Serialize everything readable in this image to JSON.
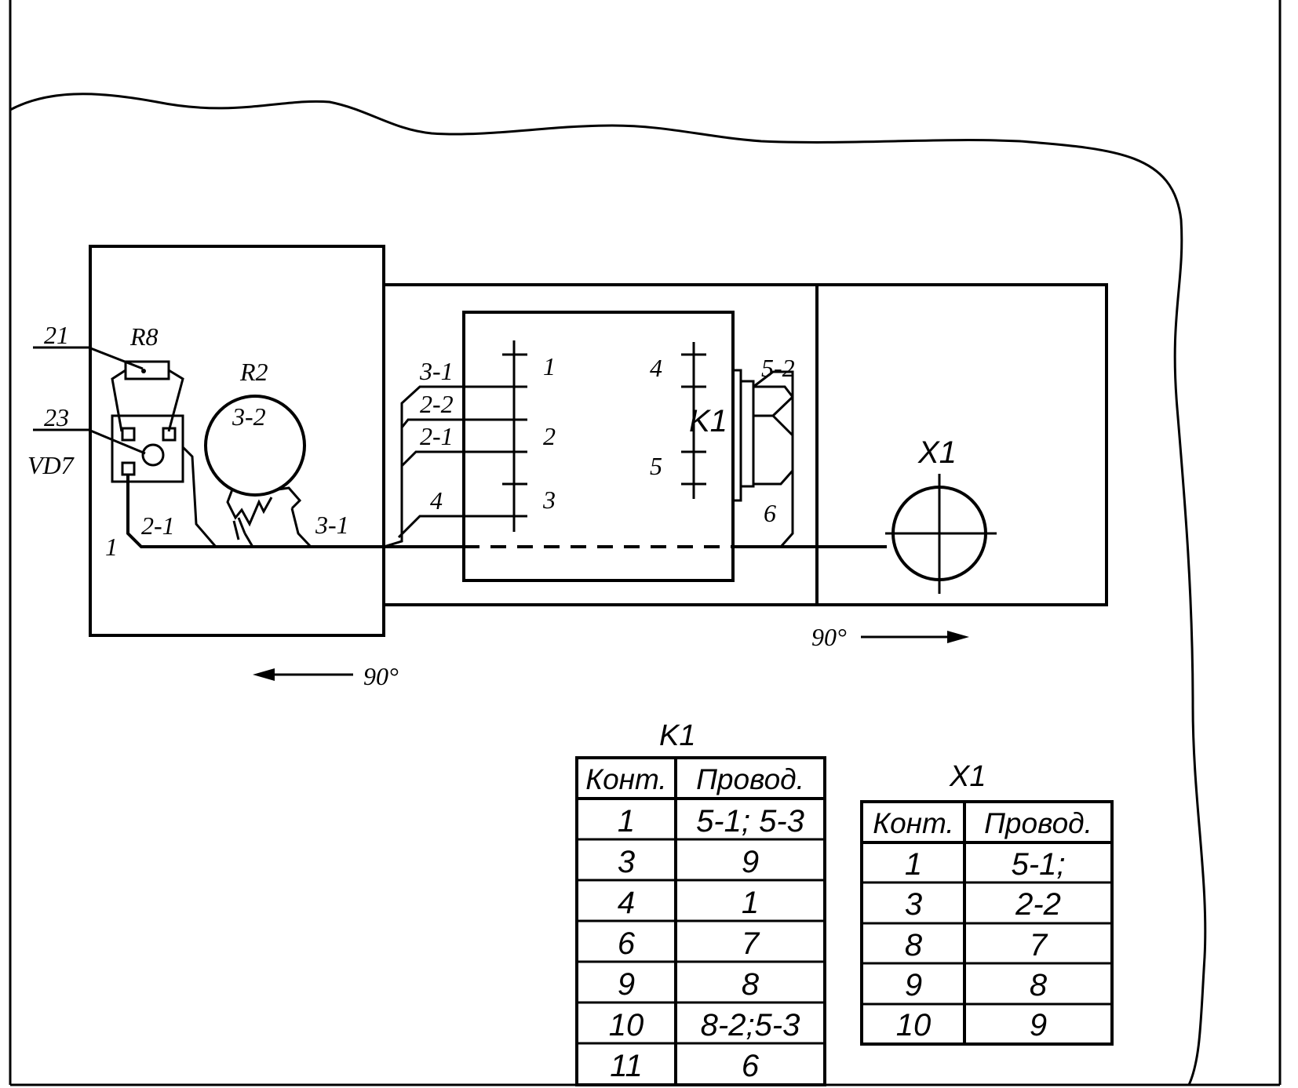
{
  "labels": {
    "pos_21": "21",
    "r8": "R8",
    "pos_23": "23",
    "vd7": "VD7",
    "r2": "R2",
    "r2_wire": "3-2",
    "wire_2_1_left": "2-1",
    "wire_3_1_left": "3-1",
    "wire_1": "1",
    "wire_3_1": "3-1",
    "wire_2_2": "2-2",
    "wire_2_1": "2-1",
    "wire_4": "4",
    "pin_1": "1",
    "pin_2": "2",
    "pin_3": "3",
    "pin_4": "4",
    "pin_5": "5",
    "k1": "K1",
    "wire_5_2": "5-2",
    "wire_6": "6",
    "x1": "X1",
    "rot_right": "90°",
    "rot_left": "90°"
  },
  "k1_table": {
    "title": "K1",
    "headers": [
      "Конт.",
      "Провод."
    ],
    "rows": [
      [
        "1",
        "5-1; 5-3"
      ],
      [
        "3",
        "9"
      ],
      [
        "4",
        "1"
      ],
      [
        "6",
        "7"
      ],
      [
        "9",
        "8"
      ],
      [
        "10",
        "8-2;5-3"
      ],
      [
        "11",
        "6"
      ]
    ]
  },
  "x1_table": {
    "title": "X1",
    "headers": [
      "Конт.",
      "Провод."
    ],
    "rows": [
      [
        "1",
        "5-1;"
      ],
      [
        "3",
        "2-2"
      ],
      [
        "8",
        "7"
      ],
      [
        "9",
        "8"
      ],
      [
        "10",
        "9"
      ]
    ]
  }
}
